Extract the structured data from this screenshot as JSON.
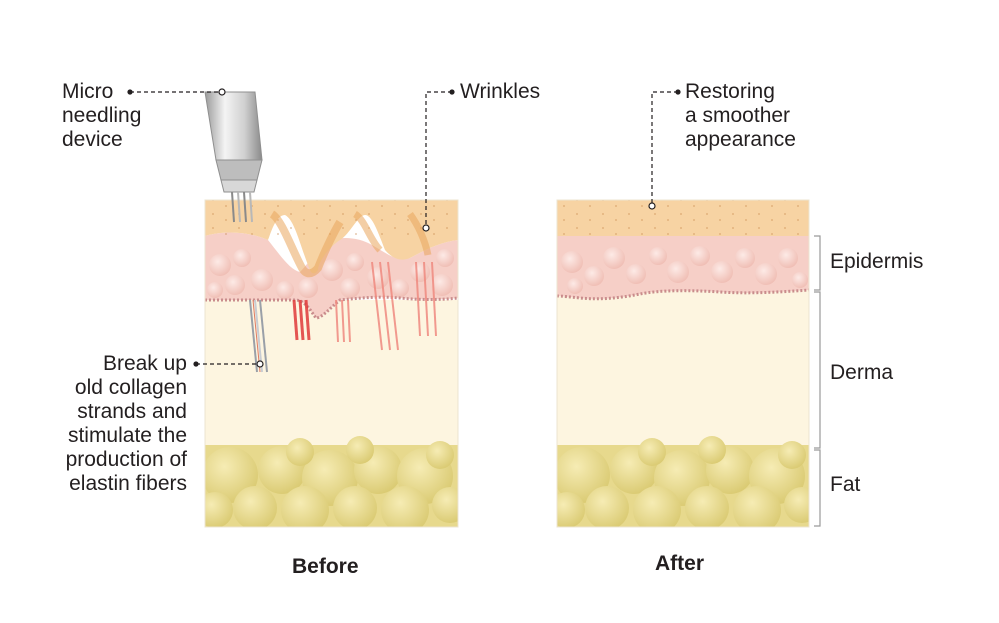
{
  "labels": {
    "device": [
      "Micro",
      "needling",
      "device"
    ],
    "wrinkles": "Wrinkles",
    "restoring": [
      "Restoring",
      "a smoother",
      "appearance"
    ],
    "collagen": [
      "Break up",
      "old collagen",
      "strands and",
      "stimulate the",
      "production of",
      "elastin fibers"
    ],
    "epidermis": "Epidermis",
    "derma": "Derma",
    "fat": "Fat"
  },
  "titles": {
    "before": "Before",
    "after": "After"
  },
  "colors": {
    "stratum": "#f7d3a3",
    "epidermis": "#f6cfc7",
    "derma": "#fdf5e0",
    "fat": "#e7d98d",
    "wrinkle": "#e9a55c",
    "channel": "#e03a3a",
    "leader": "#231f20"
  },
  "icons": [
    "microneedling-device-icon"
  ]
}
